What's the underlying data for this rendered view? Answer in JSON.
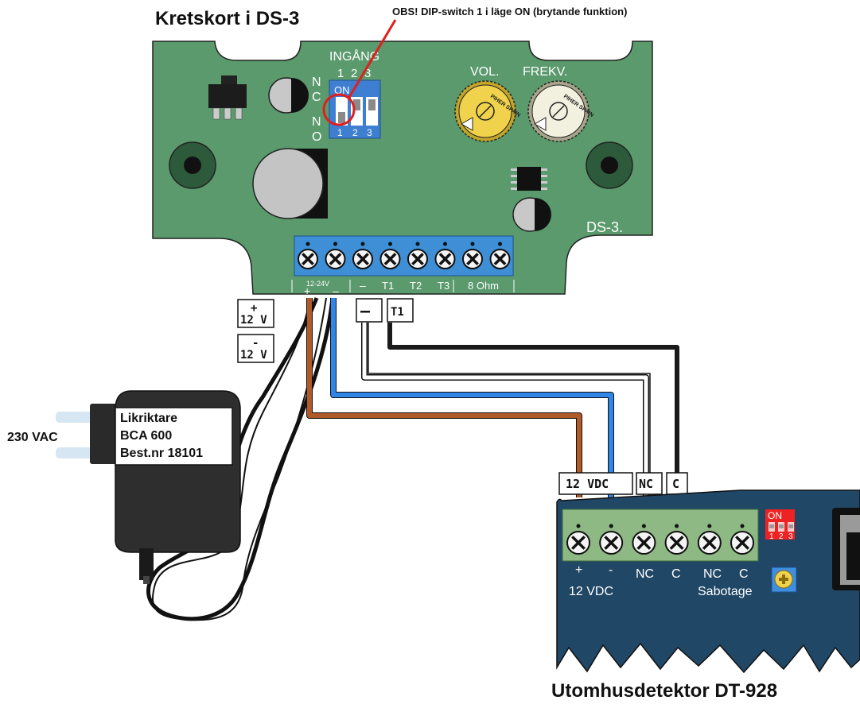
{
  "titles": {
    "board": "Kretskort i DS-3",
    "detector": "Utomhusdetektor DT-928"
  },
  "note": "OBS! DIP-switch 1 i läge ON (brytande funktion)",
  "board": {
    "name": "DS-3.",
    "input_label": "INGÅNG",
    "dip_numbers_top": [
      "1",
      "2",
      "3"
    ],
    "dip_numbers_bottom": [
      "1",
      "2",
      "3"
    ],
    "dip_on": "ON",
    "nc_letters": [
      "N",
      "C"
    ],
    "no_letters": [
      "N",
      "O"
    ],
    "vol_label": "VOL.",
    "frekv_label": "FREKV.",
    "pot_text": "PIHER SPAIN",
    "terminal_labels": [
      "–",
      "T1",
      "T2",
      "T3",
      "8  Ohm"
    ],
    "supply_range": "12-24V",
    "supply_plus": "+",
    "supply_minus": "–"
  },
  "wire_tags": {
    "plus12_sign": "+",
    "plus12_text": "12 V",
    "minus12_sign": "-",
    "minus12_text": "12 V",
    "minus": "–",
    "t1": "T1",
    "vdc12": "12 VDC",
    "nc": "NC",
    "c": "C"
  },
  "adapter": {
    "voltage": "230 VAC",
    "lines": [
      "Likriktare",
      "BCA 600",
      "Best.nr 18101"
    ]
  },
  "detector": {
    "dip_on": "ON",
    "dip_numbers": [
      "1",
      "2",
      "3"
    ],
    "terminal_labels_row1": [
      "+",
      "-",
      "NC",
      "C",
      "NC",
      "C"
    ],
    "vdc_label": "12 VDC",
    "sabotage_label": "Sabotage"
  },
  "colors": {
    "pcb": "#5a9a6c",
    "detector": "#214766",
    "terminal_blue": "#3e8fd6",
    "terminal_green": "#8eb884",
    "dip_blue": "#3f7fd1",
    "dip_red": "#ee2222",
    "brown_wire": "#b05a2a",
    "blue_wire": "#2f86e6",
    "black_wire": "#1a1a1a",
    "pot_yellow": "#f1d24c",
    "highlight_red": "#e01e1e"
  },
  "icons": [
    "screw-terminal-icon",
    "potentiometer-icon",
    "dip-switch-icon",
    "transistor-icon",
    "ic-chip-icon",
    "capacitor-icon",
    "buzzer-icon",
    "mounting-hole-icon",
    "power-adapter-icon"
  ]
}
